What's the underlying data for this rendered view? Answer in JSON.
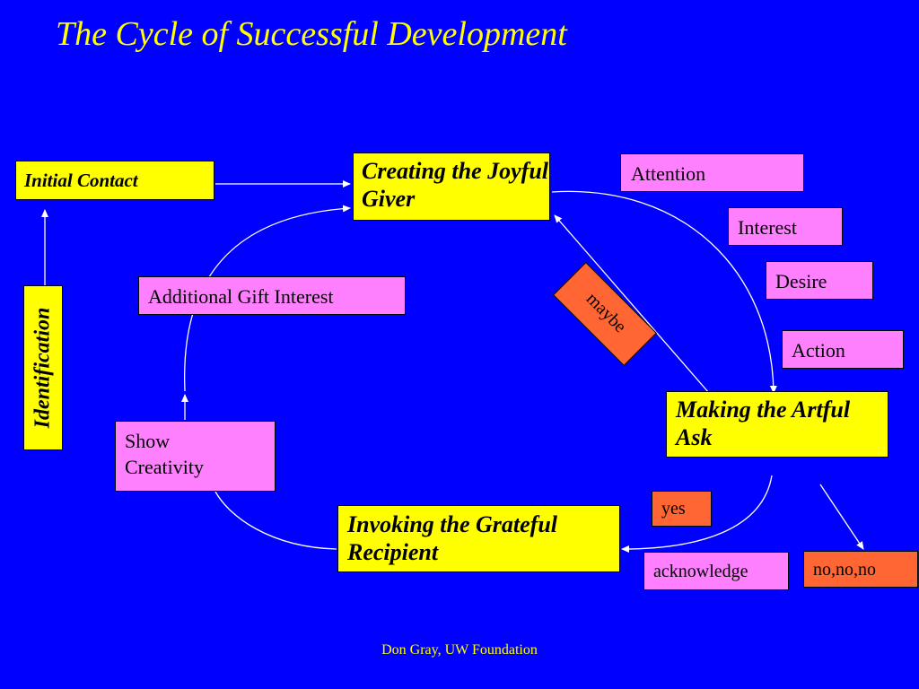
{
  "title": "The Cycle of Successful Development",
  "footer": "Don Gray, UW Foundation",
  "stages": {
    "initial_contact": "Initial Contact",
    "creating": "Creating the Joyful Giver",
    "making": "Making the Artful Ask",
    "invoking": "Invoking the Grateful Recipient",
    "identification": "Identification"
  },
  "aida": {
    "attention": "Attention",
    "interest": "Interest",
    "desire": "Desire",
    "action": "Action"
  },
  "notes": {
    "additional_gift": "Additional Gift Interest",
    "show_creativity": "Show Creativity",
    "acknowledge": "acknowledge"
  },
  "responses": {
    "maybe": "maybe",
    "yes": "yes",
    "no": "no,no,no"
  },
  "colors": {
    "background": "#0000ff",
    "title": "#ffff00",
    "stage_box": "#ffff00",
    "note_box": "#ff80ff",
    "response_box": "#ff6633",
    "arrow": "#ffffff"
  }
}
